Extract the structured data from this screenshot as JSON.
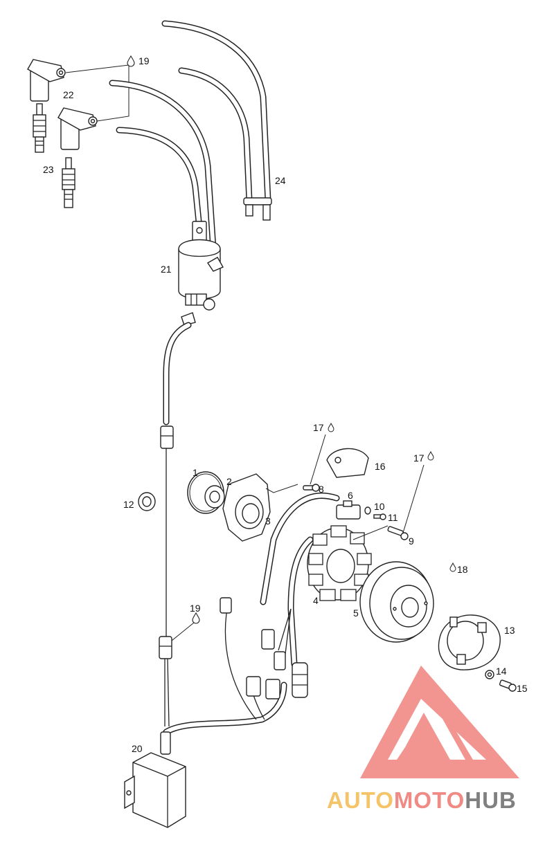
{
  "labels": {
    "p1": "1",
    "p2": "2",
    "p3": "3",
    "p4": "4",
    "p5": "5",
    "p6": "6",
    "p8": "8",
    "p9": "9",
    "p10": "10",
    "p11": "11",
    "p12": "12",
    "p13": "13",
    "p14": "14",
    "p15": "15",
    "p16": "16",
    "p17a": "17",
    "p17b": "17",
    "p18": "18",
    "p19a": "19",
    "p19b": "19",
    "p20": "20",
    "p21": "21",
    "p22": "22",
    "p23": "23",
    "p24": "24"
  },
  "watermark": {
    "part1": "AUTO",
    "part2": "MOTO",
    "part3": "HUB",
    "color_light": "#f5c469",
    "color_mid": "#f08a84",
    "color_dark": "#808080",
    "logo_color": "#f07a74"
  }
}
